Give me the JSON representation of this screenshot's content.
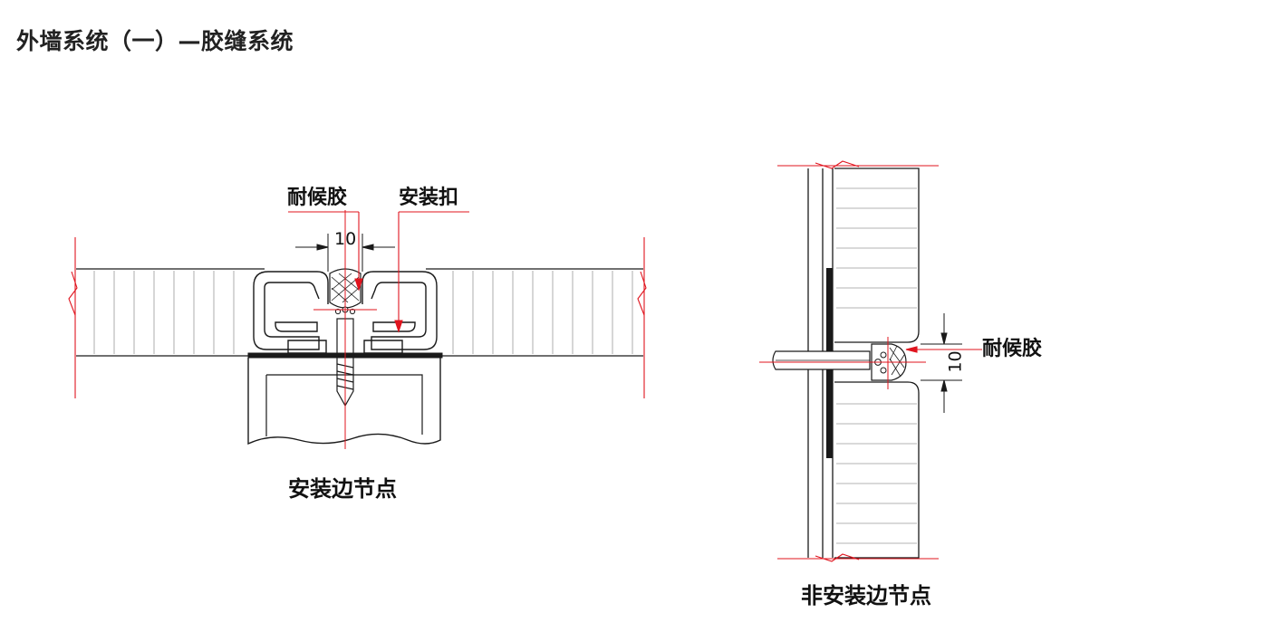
{
  "title": "外墙系统（一）—胶缝系统",
  "left_detail": {
    "caption": "安装边节点",
    "label_sealant": "耐候胶",
    "label_clip": "安装扣",
    "dimension": "10"
  },
  "right_detail": {
    "caption": "非安装边节点",
    "label_sealant": "耐候胶",
    "dimension": "10"
  },
  "colors": {
    "line": "#1a1a1a",
    "dim_red": "#e0141e",
    "text": "#111111"
  }
}
